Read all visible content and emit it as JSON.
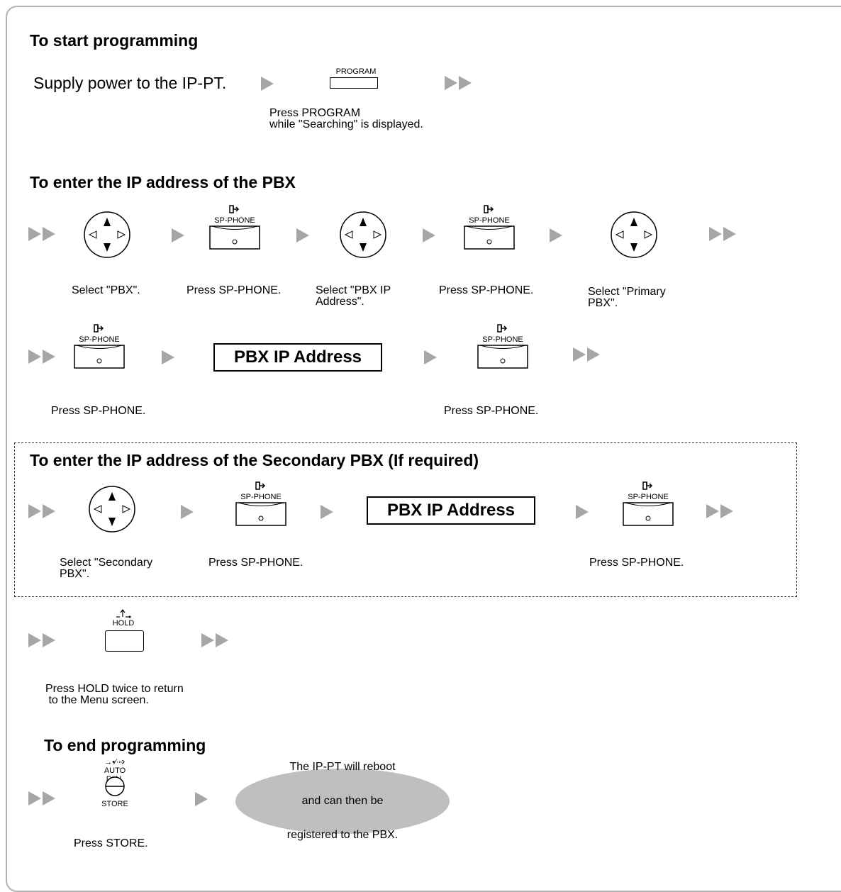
{
  "headings": {
    "start": "To start programming",
    "enter_ip": "To enter the IP address of the PBX",
    "enter_secondary": "To enter the IP address of the Secondary PBX (If required)",
    "end": "To end programming"
  },
  "start_step": {
    "supply_text": "Supply power to the IP-PT.",
    "program_key_label": "PROGRAM",
    "caption_line1": "Press PROGRAM",
    "caption_line2": "while \"Searching\" is displayed."
  },
  "keys": {
    "sp_phone": "SP-PHONE",
    "hold": "HOLD",
    "auto_dial": "AUTO DIAL",
    "store": "STORE",
    "auto_dial_symbol": "→•⁄·➩"
  },
  "address_boxes": {
    "pbx_ip_address": "PBX IP Address"
  },
  "captions": {
    "select_pbx": "Select \"PBX\".",
    "press_sp_phone": "Press SP-PHONE.",
    "select_pbx_ip_1": "Select \"PBX IP",
    "select_pbx_ip_2": "Address\".",
    "select_primary_1": "Select \"Primary",
    "select_primary_2": "PBX\".",
    "select_secondary_1": "Select \"Secondary",
    "select_secondary_2": "PBX\".",
    "press_hold_1": "Press HOLD twice to return",
    "press_hold_2": " to the Menu screen.",
    "press_store": "Press STORE."
  },
  "end_message": {
    "line1": "The IP-PT will reboot",
    "line2": "and can then be",
    "line3": "registered to the PBX."
  },
  "colors": {
    "frame_border": "#b3b3b3",
    "arrow": "#a6a6a6",
    "bubble_fill": "#bfbfbf"
  },
  "icons": {
    "arrow_single": "play-arrow-icon",
    "arrow_double": "double-arrow-icon",
    "navigator": "navigator-key-icon",
    "speaker": "speaker-icon"
  }
}
